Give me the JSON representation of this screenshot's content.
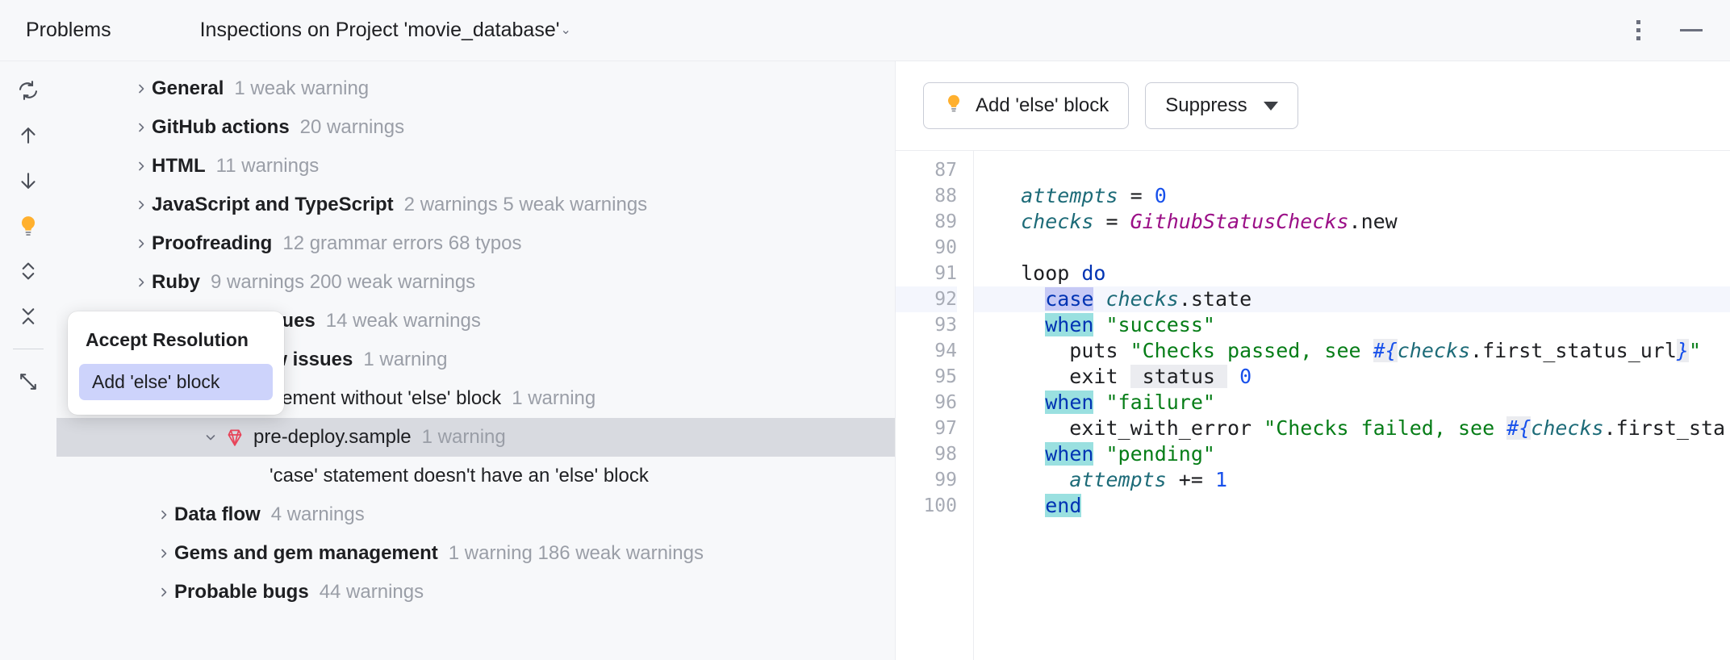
{
  "titlebar": {
    "tab_label": "Problems",
    "title": "Inspections on Project 'movie_database'",
    "title_caret": "⌄",
    "more_icon": "more-vertical-icon",
    "minimize_icon": "minimize-icon"
  },
  "vtoolbar": {
    "items": [
      {
        "name": "rerun-inspections-icon"
      },
      {
        "name": "previous-problem-icon"
      },
      {
        "name": "next-problem-icon"
      },
      {
        "name": "show-quick-fixes-icon"
      },
      {
        "name": "expand-all-icon"
      },
      {
        "name": "collapse-all-icon"
      },
      {
        "name": "export-icon"
      }
    ]
  },
  "tree": {
    "rows": [
      {
        "label": "General",
        "count": "1 weak warning",
        "indent": 0,
        "state": "collapsed",
        "bold": true,
        "selected": false,
        "icon": null
      },
      {
        "label": "GitHub actions",
        "count": "20 warnings",
        "indent": 0,
        "state": "collapsed",
        "bold": true,
        "selected": false,
        "icon": null
      },
      {
        "label": "HTML",
        "count": "11 warnings",
        "indent": 0,
        "state": "collapsed",
        "bold": true,
        "selected": false,
        "icon": null
      },
      {
        "label": "JavaScript and TypeScript",
        "count": "2 warnings 5 weak warnings",
        "indent": 0,
        "state": "collapsed",
        "bold": true,
        "selected": false,
        "icon": null
      },
      {
        "label": "Proofreading",
        "count": "12 grammar errors 68 typos",
        "indent": 0,
        "state": "collapsed",
        "bold": true,
        "selected": false,
        "icon": null
      },
      {
        "label": "Ruby",
        "count": "9 warnings 200 weak warnings",
        "indent": 0,
        "state": "collapsed",
        "bold": true,
        "selected": false,
        "icon": null
      },
      {
        "label": "Ruby style issues",
        "count": "14 weak warnings",
        "indent": 0,
        "state": "collapsed",
        "bold": true,
        "selected": false,
        "icon": null
      },
      {
        "label": "Control flow issues",
        "count": "1 warning",
        "indent": 1,
        "state": "expanded",
        "bold": true,
        "selected": false,
        "icon": null
      },
      {
        "label": "'case' statement without 'else' block",
        "count": "1 warning",
        "indent": 2,
        "state": "expanded",
        "bold": false,
        "selected": false,
        "icon": null
      },
      {
        "label": "pre-deploy.sample",
        "count": "1 warning",
        "indent": 3,
        "state": "expanded",
        "bold": false,
        "selected": true,
        "icon": "ruby-gem-icon"
      },
      {
        "label": "'case' statement doesn't have an 'else' block",
        "count": "",
        "indent": 4,
        "state": "none",
        "bold": false,
        "selected": false,
        "icon": null
      },
      {
        "label": "Data flow",
        "count": "4 warnings",
        "indent": 1,
        "state": "collapsed",
        "bold": true,
        "selected": false,
        "icon": null
      },
      {
        "label": "Gems and gem management",
        "count": "1 warning 186 weak warnings",
        "indent": 1,
        "state": "collapsed",
        "bold": true,
        "selected": false,
        "icon": null
      },
      {
        "label": "Probable bugs",
        "count": "44 warnings",
        "indent": 1,
        "state": "collapsed",
        "bold": true,
        "selected": false,
        "icon": null
      }
    ]
  },
  "popup": {
    "title": "Accept Resolution",
    "item_label": "Add 'else' block",
    "item_bg": "#cdd3fb"
  },
  "editor_toolbar": {
    "fix_icon": "lightbulb-icon",
    "fix_label": "Add 'else' block",
    "suppress_label": "Suppress",
    "suppress_caret": "chevron-down-icon"
  },
  "editor": {
    "lines": [
      {
        "num": "87",
        "highlight": false,
        "tokens": []
      },
      {
        "num": "88",
        "highlight": false,
        "tokens": [
          {
            "t": "  ",
            "c": ""
          },
          {
            "t": "attempts",
            "c": "t-var"
          },
          {
            "t": " = ",
            "c": ""
          },
          {
            "t": "0",
            "c": "t-num"
          }
        ]
      },
      {
        "num": "89",
        "highlight": false,
        "tokens": [
          {
            "t": "  ",
            "c": ""
          },
          {
            "t": "checks",
            "c": "t-var"
          },
          {
            "t": " = ",
            "c": ""
          },
          {
            "t": "GithubStatusChecks",
            "c": "t-const"
          },
          {
            "t": ".new",
            "c": "t-meth"
          }
        ]
      },
      {
        "num": "90",
        "highlight": false,
        "tokens": []
      },
      {
        "num": "91",
        "highlight": false,
        "tokens": [
          {
            "t": "  loop ",
            "c": ""
          },
          {
            "t": "do",
            "c": "t-kw"
          }
        ]
      },
      {
        "num": "92",
        "highlight": true,
        "tokens": [
          {
            "t": "    ",
            "c": ""
          },
          {
            "t": "case",
            "c": "t-kw hi-blue"
          },
          {
            "t": " ",
            "c": ""
          },
          {
            "t": "checks",
            "c": "t-var"
          },
          {
            "t": ".state",
            "c": "t-meth"
          }
        ]
      },
      {
        "num": "93",
        "highlight": false,
        "tokens": [
          {
            "t": "    ",
            "c": ""
          },
          {
            "t": "when",
            "c": "t-kw hi-cyan"
          },
          {
            "t": " ",
            "c": ""
          },
          {
            "t": "\"success\"",
            "c": "t-str"
          }
        ]
      },
      {
        "num": "94",
        "highlight": false,
        "tokens": [
          {
            "t": "      puts ",
            "c": ""
          },
          {
            "t": "\"Checks passed, see ",
            "c": "t-str"
          },
          {
            "t": "#{",
            "c": "t-id hi-grey"
          },
          {
            "t": "checks",
            "c": "t-var"
          },
          {
            "t": ".first_status_url",
            "c": "t-meth"
          },
          {
            "t": "}",
            "c": "t-id hi-grey"
          },
          {
            "t": "\"",
            "c": "t-str"
          }
        ]
      },
      {
        "num": "95",
        "highlight": false,
        "tokens": [
          {
            "t": "      exit ",
            "c": ""
          },
          {
            "t": " status ",
            "c": "hi-grey"
          },
          {
            "t": " ",
            "c": ""
          },
          {
            "t": "0",
            "c": "t-num"
          }
        ]
      },
      {
        "num": "96",
        "highlight": false,
        "tokens": [
          {
            "t": "    ",
            "c": ""
          },
          {
            "t": "when",
            "c": "t-kw hi-cyan"
          },
          {
            "t": " ",
            "c": ""
          },
          {
            "t": "\"failure\"",
            "c": "t-str"
          }
        ]
      },
      {
        "num": "97",
        "highlight": false,
        "tokens": [
          {
            "t": "      exit_with_error ",
            "c": ""
          },
          {
            "t": "\"Checks failed, see ",
            "c": "t-str"
          },
          {
            "t": "#{",
            "c": "t-id hi-grey"
          },
          {
            "t": "checks",
            "c": "t-var"
          },
          {
            "t": ".first_sta",
            "c": "t-meth"
          }
        ]
      },
      {
        "num": "98",
        "highlight": false,
        "tokens": [
          {
            "t": "    ",
            "c": ""
          },
          {
            "t": "when",
            "c": "t-kw hi-cyan"
          },
          {
            "t": " ",
            "c": ""
          },
          {
            "t": "\"pending\"",
            "c": "t-str"
          }
        ]
      },
      {
        "num": "99",
        "highlight": false,
        "tokens": [
          {
            "t": "      ",
            "c": ""
          },
          {
            "t": "attempts",
            "c": "t-var"
          },
          {
            "t": " += ",
            "c": ""
          },
          {
            "t": "1",
            "c": "t-num"
          }
        ]
      },
      {
        "num": "100",
        "highlight": false,
        "tokens": [
          {
            "t": "    ",
            "c": ""
          },
          {
            "t": "end",
            "c": "t-kw hi-cyan"
          }
        ]
      }
    ]
  },
  "colors": {
    "accent_lightbulb": "#ffb02e",
    "selection": "#d8dae0",
    "popup_item": "#cdd3fb",
    "keyword_highlight_blue": "#c6c9f5",
    "keyword_highlight_cyan": "#9ae0e0"
  }
}
